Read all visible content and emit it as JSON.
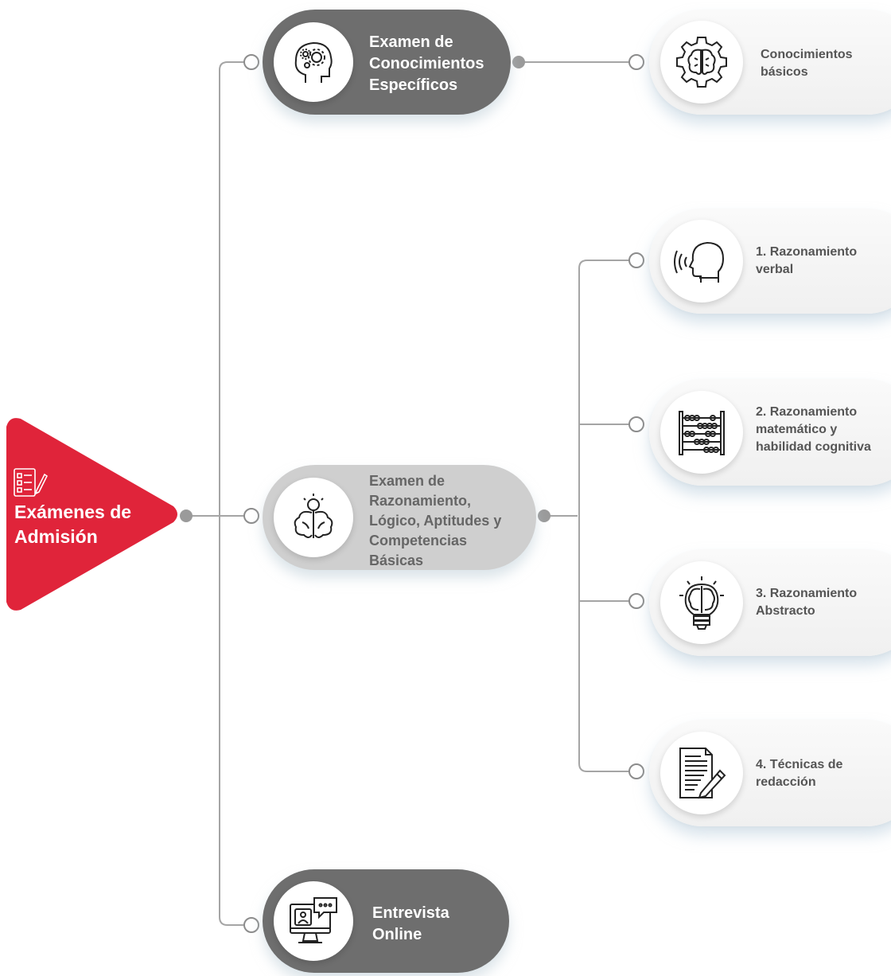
{
  "root": {
    "line1": "Exámenes de",
    "line2": "Admisión",
    "icon": "checklist-icon",
    "color": "#e0243a"
  },
  "nodes": {
    "especificos": {
      "lines": [
        "Examen de",
        "Conocimientos",
        "Específicos"
      ],
      "icon": "head-gears-icon"
    },
    "razonamiento": {
      "lines": [
        "Examen de",
        "Razonamiento,",
        "Lógico, Aptitudes y",
        "Competencias",
        "Básicas"
      ],
      "icon": "brain-lightbulb-icon"
    },
    "entrevista": {
      "lines": [
        "Entrevista",
        "Online"
      ],
      "icon": "video-call-icon"
    }
  },
  "leaves": {
    "basicos": {
      "lines": [
        "Conocimientos",
        "básicos"
      ],
      "icon": "brain-gear-icon"
    },
    "verbal": {
      "lines": [
        "1. Razonamiento",
        "verbal"
      ],
      "icon": "speaking-head-icon"
    },
    "matematico": {
      "lines": [
        "2. Razonamiento",
        "matemático y",
        "habilidad cognitiva"
      ],
      "icon": "abacus-icon"
    },
    "abstracto": {
      "lines": [
        "3. Razonamiento",
        "Abstracto"
      ],
      "icon": "brain-bulb-icon"
    },
    "redaccion": {
      "lines": [
        "4. Técnicas de",
        "redacción"
      ],
      "icon": "document-pen-icon"
    }
  }
}
